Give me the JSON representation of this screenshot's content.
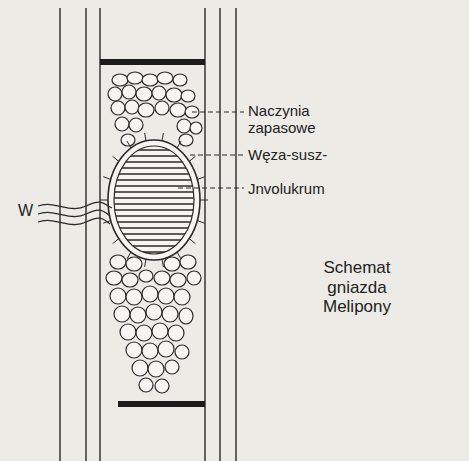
{
  "diagram": {
    "labels": [
      "W",
      "Naczynia zapasowe",
      "Węza-susz-",
      "Jnvolukrum",
      "Schemat gniazda Melipony"
    ]
  }
}
